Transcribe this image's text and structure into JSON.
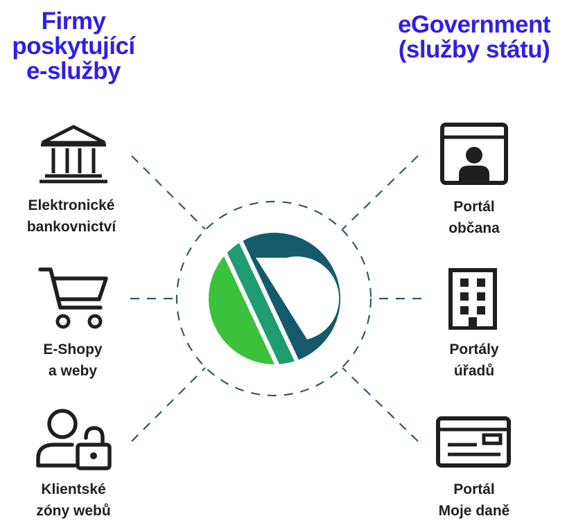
{
  "headings": {
    "left": [
      "Firmy",
      "poskytující",
      "e-služby"
    ],
    "right": [
      "eGovernment",
      "(služby státu)"
    ]
  },
  "nodes": {
    "bank": [
      "Elektronické",
      "bankovnictví"
    ],
    "eshop": [
      "E-Shopy",
      "a weby"
    ],
    "client": [
      "Klientské",
      "zóny webů"
    ],
    "citizen": [
      "Portál",
      "občana"
    ],
    "offices": [
      "Portály",
      "úřadů"
    ],
    "taxes": [
      "Portál",
      "Moje daně"
    ]
  },
  "icons": {
    "bank": "bank-building-icon",
    "eshop": "shopping-cart-icon",
    "client": "user-unlock-icon",
    "citizen": "user-portal-window-icon",
    "offices": "office-building-icon",
    "taxes": "tax-card-icon"
  },
  "colors": {
    "heading": "#2f1fe6",
    "label": "#1f1f1f",
    "connector": "#2e5a6e",
    "logo_dark": "#155a6b",
    "logo_mid": "#1f9c72",
    "logo_light": "#3cc13c"
  }
}
